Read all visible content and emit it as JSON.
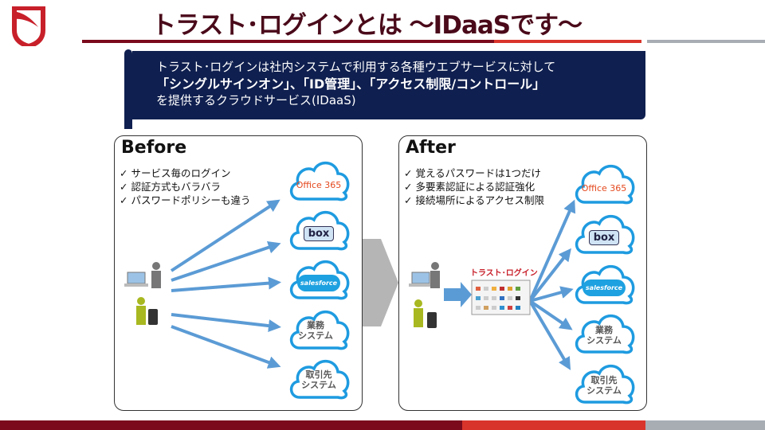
{
  "title": "トラスト･ログインとは ～IDaaSです～",
  "banner": {
    "line1": "トラスト･ログインは社内システムで利用する各種ウエブサービスに対して",
    "line2": "「シングルサインオン」、「ID管理」、「アクセス制限/コントロール」",
    "line3": "を提供するクラウドサービス(IDaaS)"
  },
  "before": {
    "title": "Before",
    "checks": [
      "サービス毎のログイン",
      "認証方式もバラバラ",
      "パスワードポリシーも違う"
    ]
  },
  "after": {
    "title": "After",
    "checks": [
      "覚えるパスワードは1つだけ",
      "多要素認証による認証強化",
      "接続場所によるアクセス制限"
    ],
    "portal_label": "トラスト･ログイン"
  },
  "services": {
    "office": "Office 365",
    "box": "box",
    "salesforce": "salesforce",
    "gyomu": "業務\nシステム",
    "torihiki": "取引先\nシステム"
  },
  "colors": {
    "brand_red": "#c8202a",
    "dark_red": "#7a0a1c",
    "navy": "#0f1f4f",
    "arrow_blue": "#5b9bd5",
    "cloud_blue": "#1e9be0"
  }
}
